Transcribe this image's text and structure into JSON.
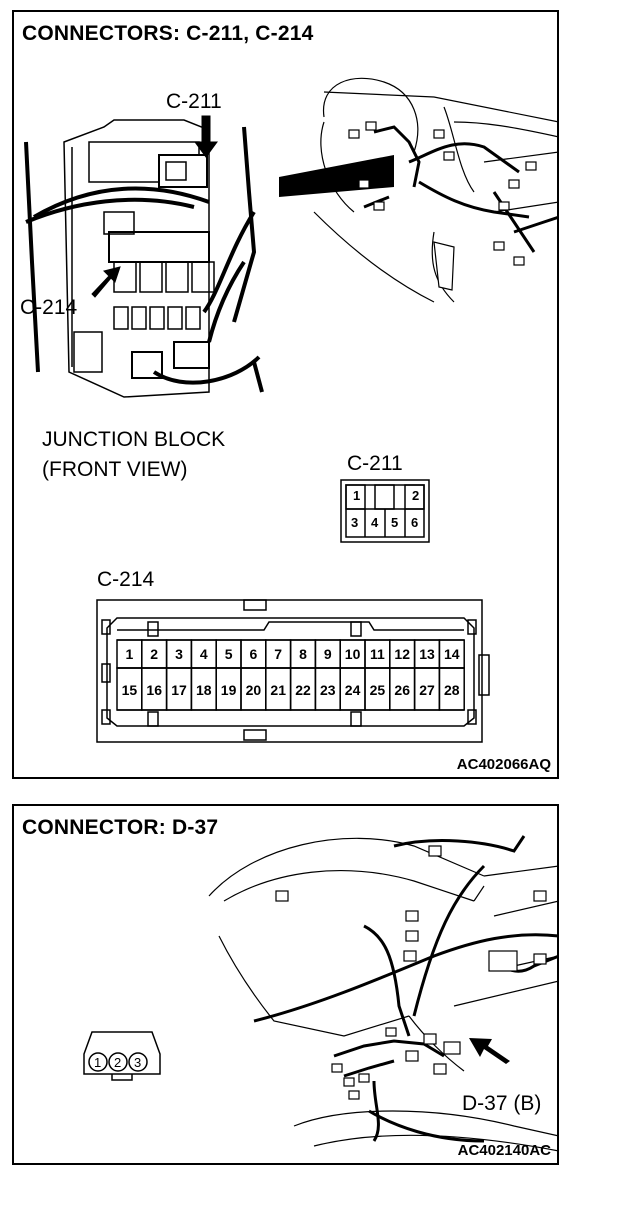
{
  "panel1": {
    "title": "CONNECTORS: C-211, C-214",
    "callout_c211": "C-211",
    "callout_c214": "C-214",
    "junction_line1": "JUNCTION BLOCK",
    "junction_line2": "(FRONT VIEW)",
    "c211_label": "C-211",
    "c211_pins_top": [
      "1",
      "",
      "2"
    ],
    "c211_pins_bottom": [
      "3",
      "4",
      "5",
      "6"
    ],
    "c214_label": "C-214",
    "c214_pins_top": [
      "1",
      "2",
      "3",
      "4",
      "5",
      "6",
      "7",
      "8",
      "9",
      "10",
      "11",
      "12",
      "13",
      "14"
    ],
    "c214_pins_bottom": [
      "15",
      "16",
      "17",
      "18",
      "19",
      "20",
      "21",
      "22",
      "23",
      "24",
      "25",
      "26",
      "27",
      "28"
    ],
    "code": "AC402066AQ"
  },
  "panel2": {
    "title": "CONNECTOR: D-37",
    "d37_pins": [
      "1",
      "2",
      "3"
    ],
    "callout_d37": "D-37 (B)",
    "code": "AC402140AC"
  }
}
